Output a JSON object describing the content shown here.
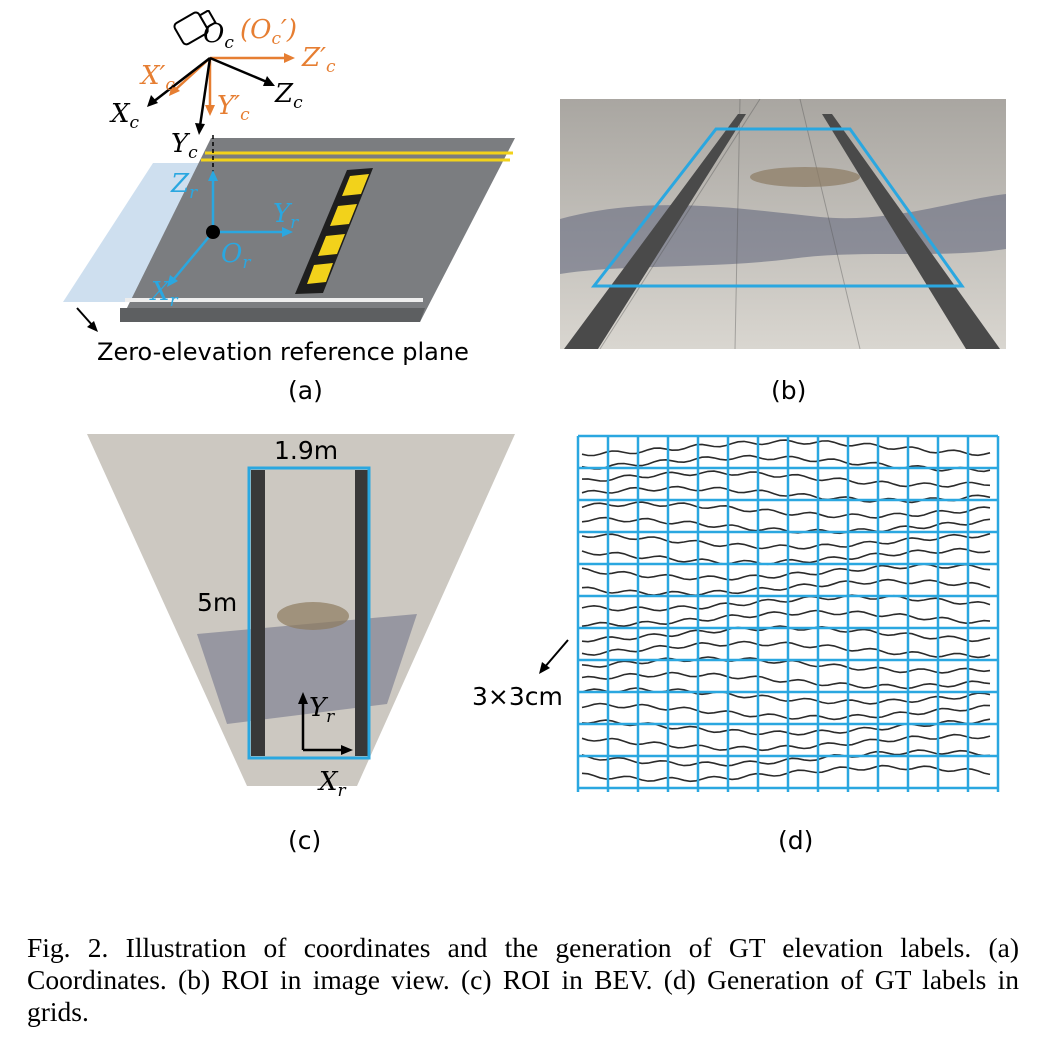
{
  "panel_a": {
    "camera_origin": "O",
    "camera_origin_sub": "c",
    "camera_origin_prime": "(O",
    "camera_origin_prime_sub": "c",
    "camera_origin_prime_end": "′)",
    "xc_prime": "X′",
    "zc_prime": "Z′",
    "yc_prime": "Y′",
    "xc": "X",
    "yc": "Y",
    "zc": "Z",
    "c_sub": "c",
    "zr": "Z",
    "yr": "Y",
    "or": "O",
    "xr": "X",
    "r_sub": "r",
    "plane_label": "Zero-elevation reference plane",
    "label": "(a)"
  },
  "panel_b": {
    "label": "(b)"
  },
  "panel_c": {
    "width_label": "1.9m",
    "length_label": "5m",
    "yr": "Y",
    "xr": "X",
    "r_sub": "r",
    "label": "(c)"
  },
  "panel_d": {
    "grid_label": "3×3cm",
    "label": "(d)"
  },
  "caption": {
    "fig": "Fig. 2.",
    "text": "Illustration of coordinates and the generation of GT elevation labels. (a) Coordinates. (b) ROI in image view. (c) ROI in BEV. (d) Generation of GT labels in grids."
  },
  "colors": {
    "cyan": "#2aa7e0",
    "orange": "#e67e32",
    "road": "#77797b",
    "yellow": "#f2d21b"
  }
}
